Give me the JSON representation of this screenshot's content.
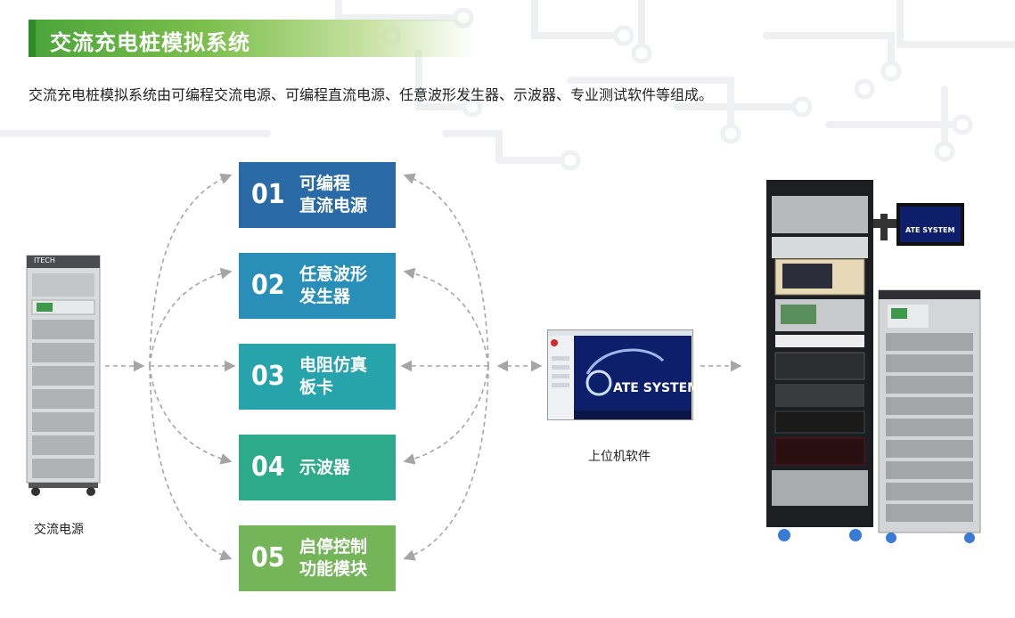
{
  "header": {
    "title": "交流充电桩模拟系统",
    "intro": "交流充电桩模拟系统由可编程交流电源、可编程直流电源、任意波形发生器、示波器、专业测试软件等组成。"
  },
  "modules": [
    {
      "num": "01",
      "line1": "可编程",
      "line2": "直流电源",
      "color": "#2a6aa7"
    },
    {
      "num": "02",
      "line1": "任意波形",
      "line2": "发生器",
      "color": "#2a8fb8"
    },
    {
      "num": "03",
      "line1": "电阻仿真",
      "line2": "板卡",
      "color": "#27a3ab"
    },
    {
      "num": "04",
      "line1": "示波器",
      "line2": "",
      "color": "#2caa89"
    },
    {
      "num": "05",
      "line1": "启停控制",
      "line2": "功能模块",
      "color": "#74b55a"
    }
  ],
  "ac_source": {
    "label": "交流电源",
    "brand": "ITECH"
  },
  "software": {
    "label": "上位机软件",
    "splash": "ATE SYSTEM"
  },
  "monitor": {
    "splash": "ATE SYSTEM"
  }
}
